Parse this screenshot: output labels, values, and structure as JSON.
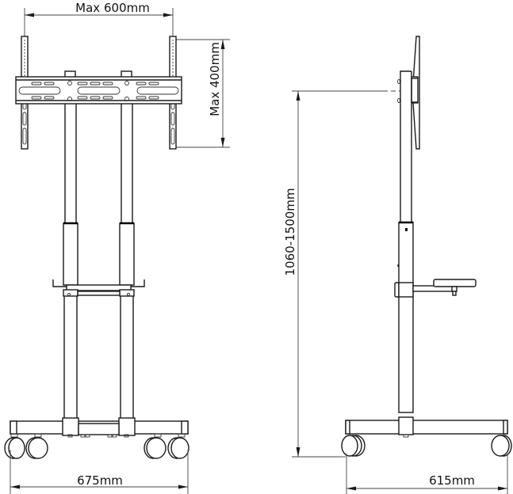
{
  "drawing": {
    "title": "Mobile TV cart stand dimension drawing",
    "line_color": "#1a1a1a",
    "background": "#ffffff"
  },
  "front_view": {
    "vesa_width_label": "Max 600mm",
    "vesa_height_label": "Max 400mm",
    "base_width_label": "675mm"
  },
  "side_view": {
    "height_range_label": "1060-1500mm",
    "base_depth_label": "615mm"
  }
}
